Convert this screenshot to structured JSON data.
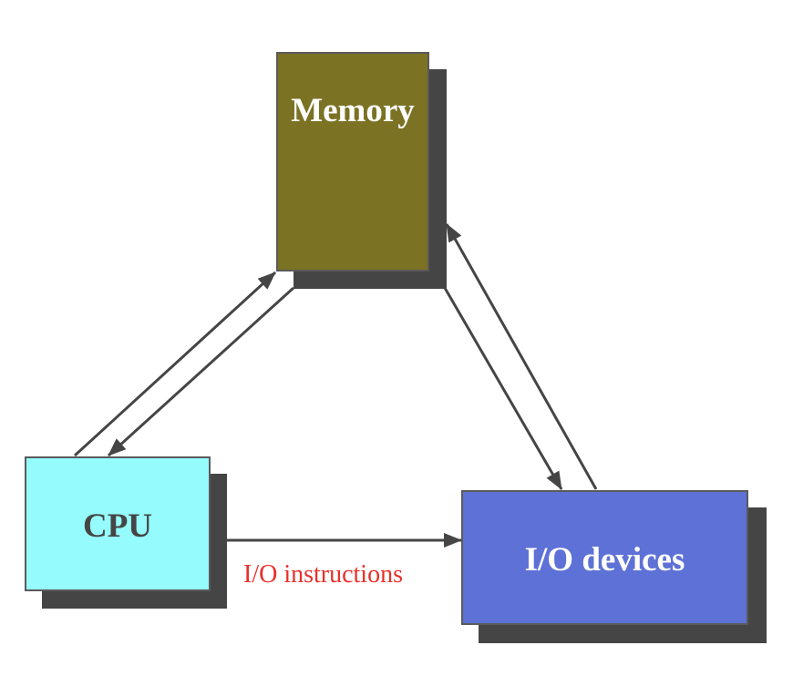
{
  "diagram": {
    "type": "block-diagram",
    "nodes": [
      {
        "id": "memory",
        "label": "Memory",
        "fill": "#7b7224",
        "text_color": "#ffffff"
      },
      {
        "id": "cpu",
        "label": "CPU",
        "fill": "#95fbfd",
        "text_color": "#454545"
      },
      {
        "id": "io",
        "label": "I/O devices",
        "fill": "#5d71d6",
        "text_color": "#ffffff"
      }
    ],
    "edges": [
      {
        "from": "cpu",
        "to": "memory",
        "label": ""
      },
      {
        "from": "memory",
        "to": "cpu",
        "label": ""
      },
      {
        "from": "memory",
        "to": "io",
        "label": ""
      },
      {
        "from": "io",
        "to": "memory",
        "label": ""
      },
      {
        "from": "cpu",
        "to": "io",
        "label": "I/O instructions"
      }
    ],
    "edge_label": "I/O instructions",
    "edge_label_color": "#e8302a",
    "shadow_color": "#454545",
    "arrow_color": "#454545"
  }
}
